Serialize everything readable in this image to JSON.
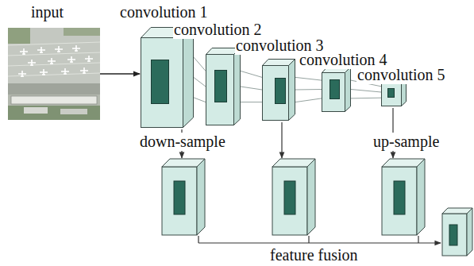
{
  "diagram": {
    "nodes": [
      {
        "text": [
          "input"
        ]
      },
      {
        "text": [
          "convolution 1"
        ]
      },
      {
        "text": [
          "convolution 2"
        ]
      },
      {
        "text": [
          "convolution 3"
        ]
      },
      {
        "text": [
          "convolution 4"
        ]
      },
      {
        "text": [
          "convolution 5"
        ]
      }
    ],
    "edges": [
      {
        "from": 0,
        "to": 1,
        "arrow": "to"
      },
      {
        "from": 1,
        "to": 2,
        "arrow": "none"
      },
      {
        "from": 2,
        "to": 3,
        "arrow": "none"
      },
      {
        "from": 3,
        "to": 4,
        "arrow": "none"
      },
      {
        "from": 4,
        "to": 5,
        "arrow": "none"
      }
    ],
    "labels": [
      "down-sample",
      "up-sample",
      "feature fusion"
    ]
  }
}
